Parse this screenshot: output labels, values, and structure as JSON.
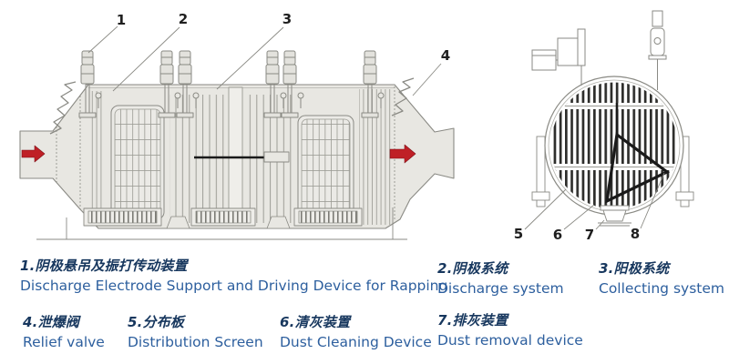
{
  "colors": {
    "line": "#8a8a84",
    "fill": "#e8e7e2",
    "bold_line": "#1a1a1a",
    "arrow_red": "#bf2026",
    "legend_zh": "#17375e",
    "legend_en": "#2d5f9e"
  },
  "side_view": {
    "title": "electrostatic precipitator side elevation",
    "callouts": {
      "c1": "1",
      "c2": "2",
      "c3": "3",
      "c4": "4"
    }
  },
  "end_view": {
    "title": "electrostatic precipitator end view",
    "callouts": {
      "c5": "5",
      "c6": "6",
      "c7": "7",
      "c8": "8"
    }
  },
  "legend": {
    "items": [
      {
        "label_zh": "1.阴极悬吊及振打传动装置",
        "label_en": "Discharge Electrode Support and Driving Device for Rapping"
      },
      {
        "label_zh": "2.阴极系统",
        "label_en": "Discharge system"
      },
      {
        "label_zh": "3.阳极系统",
        "label_en": "Collecting system"
      },
      {
        "label_zh": "4.泄爆阀",
        "label_en": "Relief valve"
      },
      {
        "label_zh": "5.分布板",
        "label_en": "Distribution Screen"
      },
      {
        "label_zh": "6.清灰装置",
        "label_en": "Dust Cleaning Device"
      },
      {
        "label_zh": "7.排灰装置",
        "label_en": "Dust removal device"
      }
    ]
  }
}
